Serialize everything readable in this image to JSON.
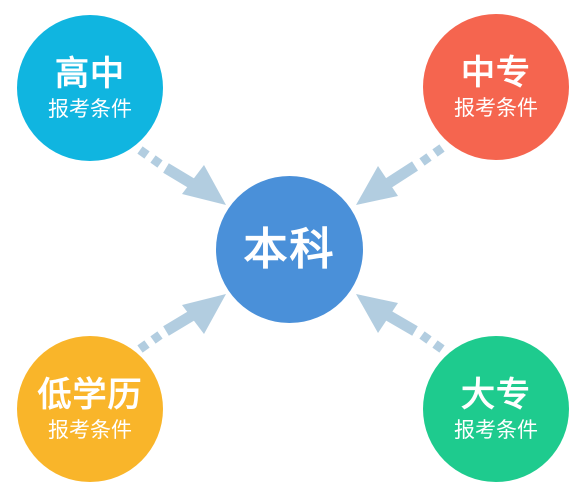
{
  "center": {
    "title": "本科",
    "color": "#4a90d9"
  },
  "nodes": {
    "top_left": {
      "title": "高中",
      "subtitle": "报考条件",
      "color": "#10b5e0"
    },
    "top_right": {
      "title": "中专",
      "subtitle": "报考条件",
      "color": "#f5654f"
    },
    "bottom_left": {
      "title": "低学历",
      "subtitle": "报考条件",
      "color": "#f9b52a"
    },
    "bottom_right": {
      "title": "大专",
      "subtitle": "报考条件",
      "color": "#1ecb8e"
    }
  },
  "arrow_color": "#b2cde0"
}
